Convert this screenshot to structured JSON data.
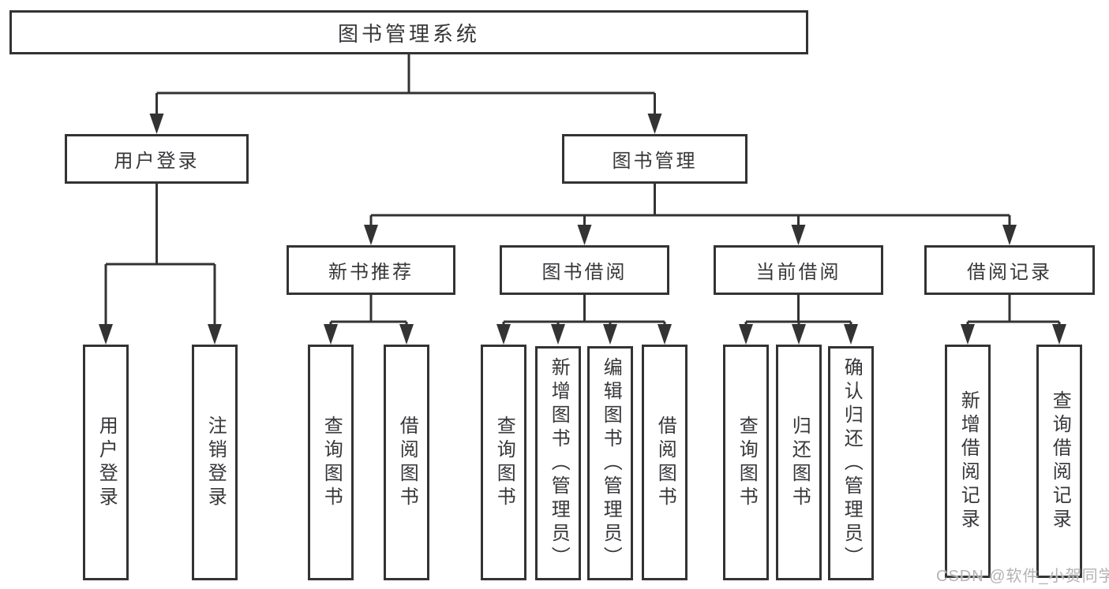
{
  "colors": {
    "line": "#333333",
    "box_border": "#333333",
    "box_fill": "#ffffff",
    "text": "#37373b",
    "watermark": "#b3b3b3"
  },
  "nodes": {
    "root": "图书管理系统",
    "level2": [
      "用户登录",
      "图书管理"
    ],
    "level3": [
      "新书推荐",
      "图书借阅",
      "当前借阅",
      "借阅记录"
    ],
    "leaves": [
      "用户登录",
      "注销登录",
      "查询图书",
      "借阅图书",
      "查询图书",
      "新增图书（管理员）",
      "编辑图书（管理员）",
      "借阅图书",
      "查询图书",
      "归还图书",
      "确认归还（管理员）",
      "新增借阅记录",
      "查询借阅记录"
    ]
  },
  "watermark": "CSDN @软件_小贺同学"
}
